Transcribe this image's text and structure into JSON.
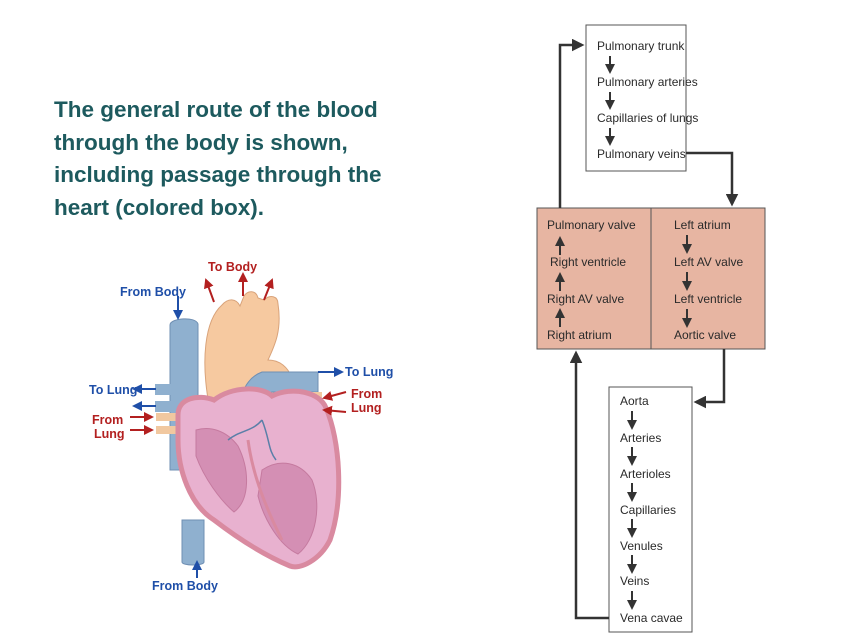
{
  "caption": {
    "lines": [
      "The general route of the blood",
      "through the body is shown,",
      "including passage through the",
      "heart (colored box)."
    ]
  },
  "heart_labels": {
    "to_body": "To Body",
    "from_body_top": "From Body",
    "to_lung_left": "To Lung",
    "from_lung_left_1": "From",
    "from_lung_left_2": "Lung",
    "to_lung_right": "To Lung",
    "from_lung_right_1": "From",
    "from_lung_right_2": "Lung",
    "from_body_bottom": "From Body"
  },
  "flow": {
    "lungs": [
      "Pulmonary trunk",
      "Pulmonary arteries",
      "Capillaries of lungs",
      "Pulmonary veins"
    ],
    "heart_right_side": [
      "Pulmonary valve",
      "Right ventricle",
      "Right AV valve",
      "Right atrium"
    ],
    "heart_left_side": [
      "Left atrium",
      "Left AV valve",
      "Left ventricle",
      "Aortic valve"
    ],
    "systemic": [
      "Aorta",
      "Arteries",
      "Arterioles",
      "Capillaries",
      "Venules",
      "Veins",
      "Vena cavae"
    ]
  },
  "colors": {
    "caption": "#1d5a5e",
    "heart_box_fill": "#e7b5a2",
    "box_border": "#555555",
    "arrow": "#333333",
    "label_red": "#b32020",
    "label_blue": "#1f4fa8"
  }
}
